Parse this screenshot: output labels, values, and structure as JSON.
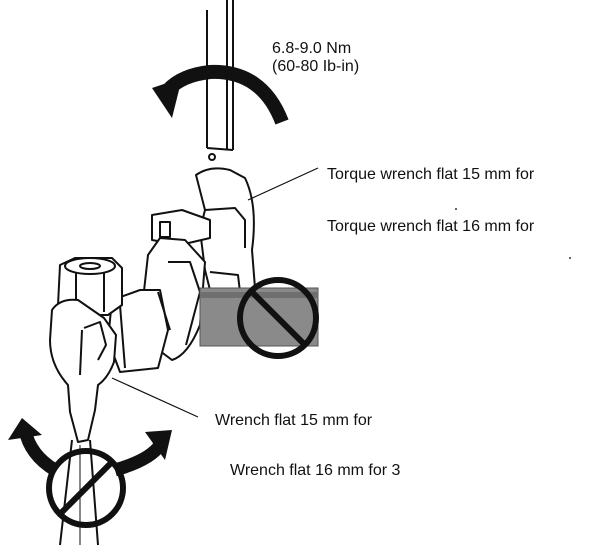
{
  "torque_spec": {
    "metric": "6.8-9.0 Nm",
    "imperial": "(60-80 Ib-in)"
  },
  "callouts": {
    "torque_wrench_15": "Torque wrench flat 15 mm for",
    "torque_wrench_16": "Torque wrench flat 16 mm for",
    "wrench_15": "Wrench flat 15 mm for",
    "wrench_16": "Wrench flat 16 mm for 3"
  },
  "colors": {
    "line": "#111111",
    "tube": "#8a8a8a",
    "tube_dark": "#6f6f6f",
    "background": "#ffffff"
  },
  "icons": [
    "rotation-arrow-icon",
    "prohibited-icon"
  ]
}
